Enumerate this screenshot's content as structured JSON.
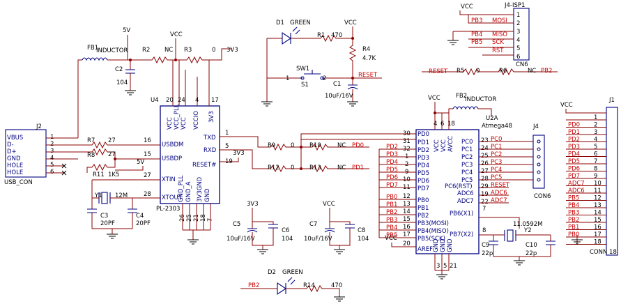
{
  "nets": {
    "vcc": "VCC",
    "v5": "5V",
    "v33": "3V3"
  },
  "usb_con": {
    "ref": "J2",
    "name": "USB_CON",
    "pins": [
      "VBUS",
      "D-",
      "D+",
      "GND",
      "HOLE",
      "HOLE"
    ],
    "numbers": [
      "1",
      "2",
      "3",
      "4",
      "5",
      "6"
    ]
  },
  "fb1": {
    "ref": "FB1",
    "value": "INDUCTOR"
  },
  "fb2": {
    "ref": "FB2",
    "value": "INDUCTOR"
  },
  "r2": {
    "ref": "R2",
    "value": "NC"
  },
  "r3": {
    "ref": "R3",
    "value": "0"
  },
  "c2": {
    "ref": "C2",
    "value": "104"
  },
  "r7": {
    "ref": "R7",
    "value": "27"
  },
  "r8": {
    "ref": "R8",
    "value": "27"
  },
  "r11": {
    "ref": "R11",
    "value": "1K5"
  },
  "y1": {
    "ref": "Y1",
    "value": "12M"
  },
  "c3": {
    "ref": "C3",
    "value": "20PF"
  },
  "c4": {
    "ref": "C4",
    "value": "20PF"
  },
  "u4": {
    "ref": "U4",
    "part": "PL-2303",
    "left_pins": [
      "USBDM",
      "USBDP",
      "XTIN",
      "XTOUT"
    ],
    "left_nums": [
      "16",
      "15",
      "27",
      "28"
    ],
    "right_pins": [
      "TXD",
      "RXD",
      "RESET#"
    ],
    "right_nums": [
      "1",
      "5",
      "19"
    ],
    "top_pins": [
      "VCC",
      "VCC_PLL",
      "VCC",
      "VCCIO",
      "3V3"
    ],
    "top_nums": [
      "20",
      "24",
      "4",
      "17"
    ],
    "bottom_pins": [
      "GND_PLL",
      "GND_A",
      "3V3GND",
      "GND"
    ],
    "bottom_nums": [
      "26",
      "25",
      "21",
      "18",
      "7"
    ]
  },
  "r9": {
    "ref": "R9",
    "value": "0"
  },
  "r10": {
    "ref": "R10",
    "value": "NC"
  },
  "r12": {
    "ref": "R12",
    "value": "0"
  },
  "r13": {
    "ref": "R13",
    "value": "NC"
  },
  "c5": {
    "ref": "C5",
    "value": "10uF/16V"
  },
  "c6": {
    "ref": "C6",
    "value": "104"
  },
  "c7": {
    "ref": "C7",
    "value": "10uF/16V"
  },
  "c8": {
    "ref": "C8",
    "value": "104"
  },
  "d1": {
    "ref": "D1",
    "color": "GREEN"
  },
  "r1": {
    "ref": "R1",
    "value": "470"
  },
  "r4": {
    "ref": "R4",
    "value": "4.7K"
  },
  "sw1": {
    "ref": "SW1",
    "name": "S1",
    "pin1": "1",
    "pin2": "2"
  },
  "c1": {
    "ref": "C1",
    "value": "10uF/16V"
  },
  "d2": {
    "ref": "D2",
    "color": "GREEN"
  },
  "r14": {
    "ref": "R14",
    "value": "470"
  },
  "j4isp": {
    "ref": "J4-ISP1",
    "conn": "CN6",
    "nums": [
      "1",
      "2",
      "3",
      "4",
      "5",
      "6"
    ],
    "signals": [
      "PB3",
      "MOSI",
      "PB4",
      "MISO",
      "PB5",
      "SCK",
      "RST"
    ]
  },
  "r5": {
    "ref": "R5",
    "value": "0"
  },
  "r6": {
    "ref": "R6",
    "value": "NC"
  },
  "u2a": {
    "ref": "U2A",
    "part": "Atmega48",
    "left_pins": [
      "PD0",
      "PD1",
      "PD2",
      "PD3",
      "PD4",
      "PD5",
      "PD6",
      "PD7",
      "PB0",
      "PB1",
      "PB2",
      "PB3(MOSI)",
      "PB4(MISO)",
      "PB5(SCK)",
      "AREF"
    ],
    "left_nums": [
      "30",
      "31",
      "32",
      "1",
      "2",
      "9",
      "10",
      "11",
      "12",
      "13",
      "14",
      "15",
      "16",
      "17",
      "20"
    ],
    "right_pins": [
      "PC0",
      "PC1",
      "PC2",
      "PC3",
      "PC4",
      "PC5",
      "PC6(RST)",
      "ADC6",
      "ADC7",
      "PB6(X1)",
      "PB7(X2)"
    ],
    "right_nums": [
      "23",
      "24",
      "25",
      "26",
      "27",
      "28",
      "29",
      "19",
      "22",
      "7",
      "8"
    ],
    "top_pins": [
      "VCC",
      "VCC",
      "AVCC"
    ],
    "top_nums": [
      "4",
      "6",
      "18"
    ],
    "bottom_pins": [
      "GND",
      "GND",
      "GND"
    ],
    "bottom_nums": [
      "3",
      "5",
      "21"
    ],
    "left_nets": [
      "PD0",
      "PD1",
      "PD2",
      "PD3",
      "PD4",
      "PD5",
      "PD6",
      "PD7",
      "PB0",
      "PB1",
      "PB2",
      "PB3",
      "PB4",
      "PB5"
    ],
    "right_nets": [
      "PC0",
      "PC1",
      "PC2",
      "PC3",
      "PC4",
      "PC5",
      "RESET",
      "ADC6",
      "ADC7"
    ]
  },
  "j4": {
    "ref": "J4",
    "conn": "CON6"
  },
  "y2": {
    "ref": "Y2",
    "value": "11.0592M"
  },
  "c9": {
    "ref": "C9",
    "value": "22p"
  },
  "c10": {
    "ref": "C10",
    "value": "22p"
  },
  "j1": {
    "ref": "J1",
    "name": "CONN 18",
    "nets": [
      "PD0",
      "PD1",
      "PD2",
      "PD3",
      "PD4",
      "PD5",
      "PD6",
      "PD7",
      "ADC7",
      "ADC6",
      "PB5",
      "PB4",
      "PB3",
      "PB2",
      "PB1",
      "PB0"
    ],
    "nums": [
      "1",
      "2",
      "3",
      "4",
      "5",
      "6",
      "7",
      "8",
      "9",
      "10",
      "11",
      "12",
      "13",
      "14",
      "15",
      "16",
      "17",
      "18"
    ]
  },
  "signals": {
    "reset": "RESET",
    "pd0": "PD0",
    "pd1": "PD1",
    "pb2": "PB2"
  }
}
